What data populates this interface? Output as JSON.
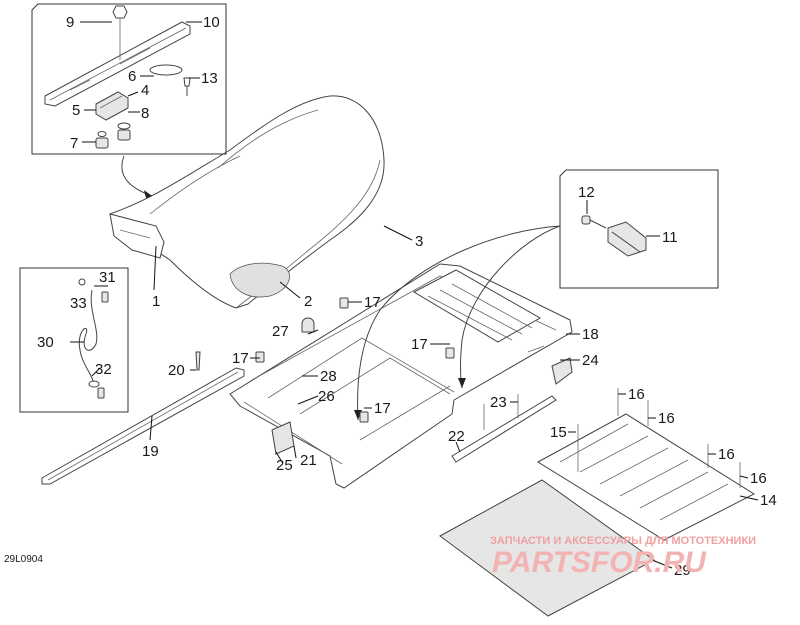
{
  "figure_code": "29L0904",
  "labels": [
    {
      "id": "p9",
      "text": "9"
    },
    {
      "id": "p10",
      "text": "10"
    },
    {
      "id": "p6",
      "text": "6"
    },
    {
      "id": "p13",
      "text": "13"
    },
    {
      "id": "p4",
      "text": "4"
    },
    {
      "id": "p5",
      "text": "5"
    },
    {
      "id": "p8",
      "text": "8"
    },
    {
      "id": "p7",
      "text": "7"
    },
    {
      "id": "p3",
      "text": "3"
    },
    {
      "id": "p12",
      "text": "12"
    },
    {
      "id": "p11",
      "text": "11"
    },
    {
      "id": "p31",
      "text": "31"
    },
    {
      "id": "p33",
      "text": "33"
    },
    {
      "id": "p30",
      "text": "30"
    },
    {
      "id": "p32",
      "text": "32"
    },
    {
      "id": "p1",
      "text": "1"
    },
    {
      "id": "p2",
      "text": "2"
    },
    {
      "id": "p17a",
      "text": "17"
    },
    {
      "id": "p27",
      "text": "27"
    },
    {
      "id": "p18",
      "text": "18"
    },
    {
      "id": "p17b",
      "text": "17"
    },
    {
      "id": "p24",
      "text": "24"
    },
    {
      "id": "p20",
      "text": "20"
    },
    {
      "id": "p17c",
      "text": "17"
    },
    {
      "id": "p28",
      "text": "28"
    },
    {
      "id": "p26",
      "text": "26"
    },
    {
      "id": "p17d",
      "text": "17"
    },
    {
      "id": "p23",
      "text": "23"
    },
    {
      "id": "p16a",
      "text": "16"
    },
    {
      "id": "p16b",
      "text": "16"
    },
    {
      "id": "p19",
      "text": "19"
    },
    {
      "id": "p22",
      "text": "22"
    },
    {
      "id": "p15",
      "text": "15"
    },
    {
      "id": "p16c",
      "text": "16"
    },
    {
      "id": "p25",
      "text": "25"
    },
    {
      "id": "p21",
      "text": "21"
    },
    {
      "id": "p16d",
      "text": "16"
    },
    {
      "id": "p14",
      "text": "14"
    },
    {
      "id": "p29",
      "text": "29"
    }
  ],
  "watermark": {
    "tagline": "ЗАПЧАСТИ И АКСЕССУАРЫ ДЛЯ МОТОТЕХНИКИ",
    "brand": "PARTSFOR.RU"
  }
}
